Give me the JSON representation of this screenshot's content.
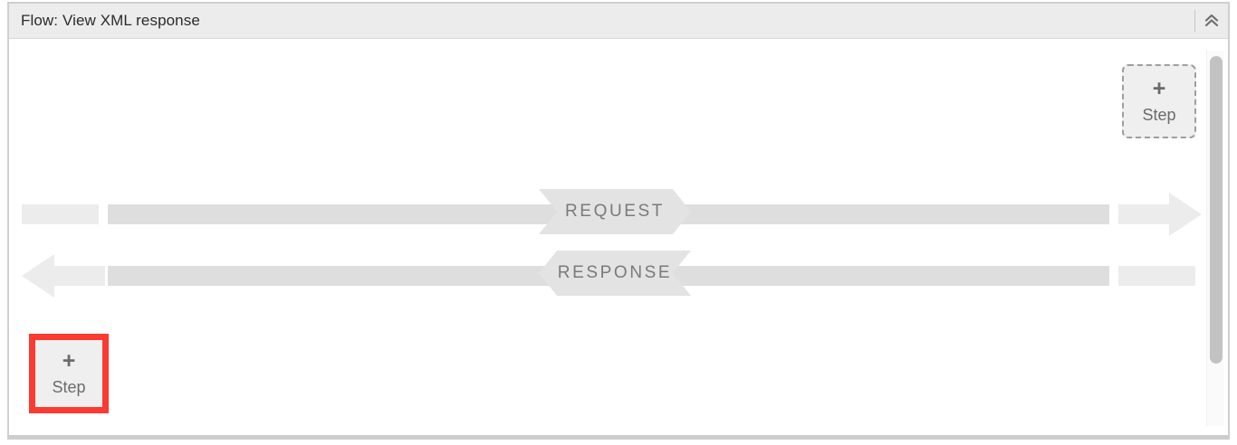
{
  "panel": {
    "title": "Flow: View XML response",
    "collapse_icon": "double-chevron-up-icon"
  },
  "flow": {
    "request_label": "REQUEST",
    "response_label": "RESPONSE",
    "add_step_top": {
      "plus": "+",
      "label": "Step",
      "state": "dashed-placeholder"
    },
    "add_step_bottom": {
      "plus": "+",
      "label": "Step",
      "state": "highlighted"
    }
  },
  "colors": {
    "header_bg": "#ececec",
    "panel_border": "#cfcfcf",
    "bar_dark": "#dedede",
    "bar_light": "#ececec",
    "banner_bg": "#e3e3e3",
    "banner_text": "#7a7a7a",
    "highlight": "#fb3a32",
    "scroll_thumb": "#c2c2c2"
  }
}
